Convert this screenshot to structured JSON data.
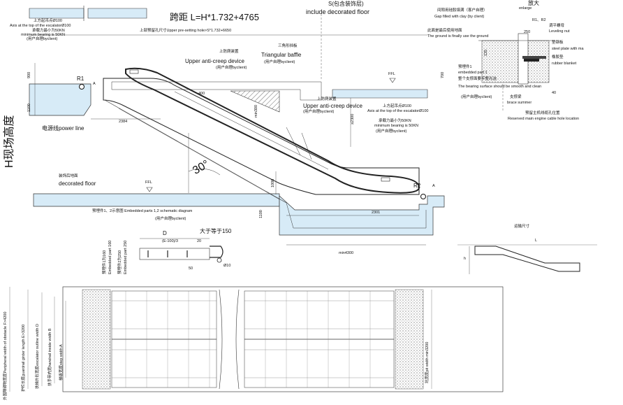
{
  "title": {
    "span": "跨距 L=H*1.732+4765",
    "s_cn": "S(包含装饰层)",
    "s_en": "include decorated floor"
  },
  "top_left": {
    "lift_point_cn": "上方起吊点Ø100",
    "lift_point_en": "Axis at the top of the escalatorØ100",
    "bearing_cn": "承载力最小为50KN",
    "bearing_en": "minimum bearing is 50KN",
    "client": "(用户自理byclient)"
  },
  "hole_size": "上部预留孔尺寸Upper pre-setting hole>S*1.732+6650",
  "triangle": {
    "cn": "三角形挡板",
    "en": "Triangular baffle",
    "client": "(用户自理byclient)"
  },
  "upper_anti_left": {
    "cn": "上防爬装置",
    "en": "Upper anti-creep device",
    "client": "(用户自理byclient)"
  },
  "upper_anti_right": {
    "cn": "上防爬装置",
    "en": "Upper anti-creep device",
    "client": "(用户自理byclient)"
  },
  "right_axis": {
    "cn": "上方起吊点Ø100",
    "en": "Axis at the top of the escalatorØ100",
    "bearing_cn": "承载力最小为50KN",
    "bearing_en": "minimum bearing is 50KN",
    "client": "(用户自理byclient)"
  },
  "power_line": "电源线power line",
  "height_label": "H现场高度",
  "decorated_floor": {
    "cn": "装饰后地面",
    "en": "decorated floor"
  },
  "embedded_caption": {
    "line1": "预埋件1、2示意图 Embedded parts 1,2 schematic diagram",
    "line2": "(用户自理byclient)"
  },
  "angle": "30°",
  "labels": {
    "R1": "R1",
    "R2": "R2",
    "A1": "A",
    "A2": "A",
    "FFL1": "FFL",
    "FFL2": "FFL"
  },
  "dims": {
    "d900": "900",
    "d1100": "1100",
    "d2384": "2384",
    "d400": "400",
    "min300": "min300",
    "gte2300": "≥2300",
    "d1000": "1000",
    "d1100b": "1100",
    "d2301": "2301",
    "min4300": "min4300"
  },
  "detail": {
    "enlarge_cn": "放大",
    "enlarge": "enlarge",
    "gap_cn": "间隙用硅胶填满（客户自理）",
    "gap_en": "Gap filled with clay (by client)",
    "R1R2": "R1、R2",
    "leveling_cn": "调平螺母",
    "leveling_en": "Leveling nut",
    "steel_cn": "垫钢板",
    "steel_en": "steel plate with ma",
    "rubber_cn": "橡胶垫",
    "rubber_en": "rubber blanket",
    "ground_cn": "此面是最后使用地面",
    "ground_en": "The ground is finally use the ground",
    "embedded_cn": "预埋件1",
    "embedded_en": "embedded part 1",
    "bearing_cn": "整个支撑面要平整光洁",
    "bearing_en": "The bearing surface should be smooth and clean",
    "client": "(用户自理byclient)",
    "brace_cn": "支撑梁",
    "brace_en": "brace summer",
    "reserved_cn": "预留主机线缆孔位置",
    "reserved_en": "Reserved main engine cable hole location",
    "d250": "250",
    "d135": "135",
    "d700": "700",
    "d40": "40"
  },
  "embedded_parts": {
    "part1_cn": "预埋件1为160",
    "part1_en": "Embedded part 160",
    "part2_cn": "预埋件2为250",
    "part2_en": "Embedded part 250",
    "D": "D",
    "E100": "(E-100)/3",
    "d20": "20",
    "gte150": "大于等于150",
    "d50": "50",
    "phi10": "Ø10"
  },
  "transport": {
    "title": "运输尺寸",
    "L": "L",
    "h": "h"
  },
  "plan": {
    "obstacle": "外围障碍物宽度Peripheral width of obstacle F>4200",
    "guardrail": "护栏长度guardrail girder length E>3200",
    "outline": "扶梯外形宽度escalator outline width D",
    "handrail": "扶手带内宽handrail inside width B",
    "step": "梯级宽度step width A",
    "pit": "坑宽度pit width min3200"
  }
}
